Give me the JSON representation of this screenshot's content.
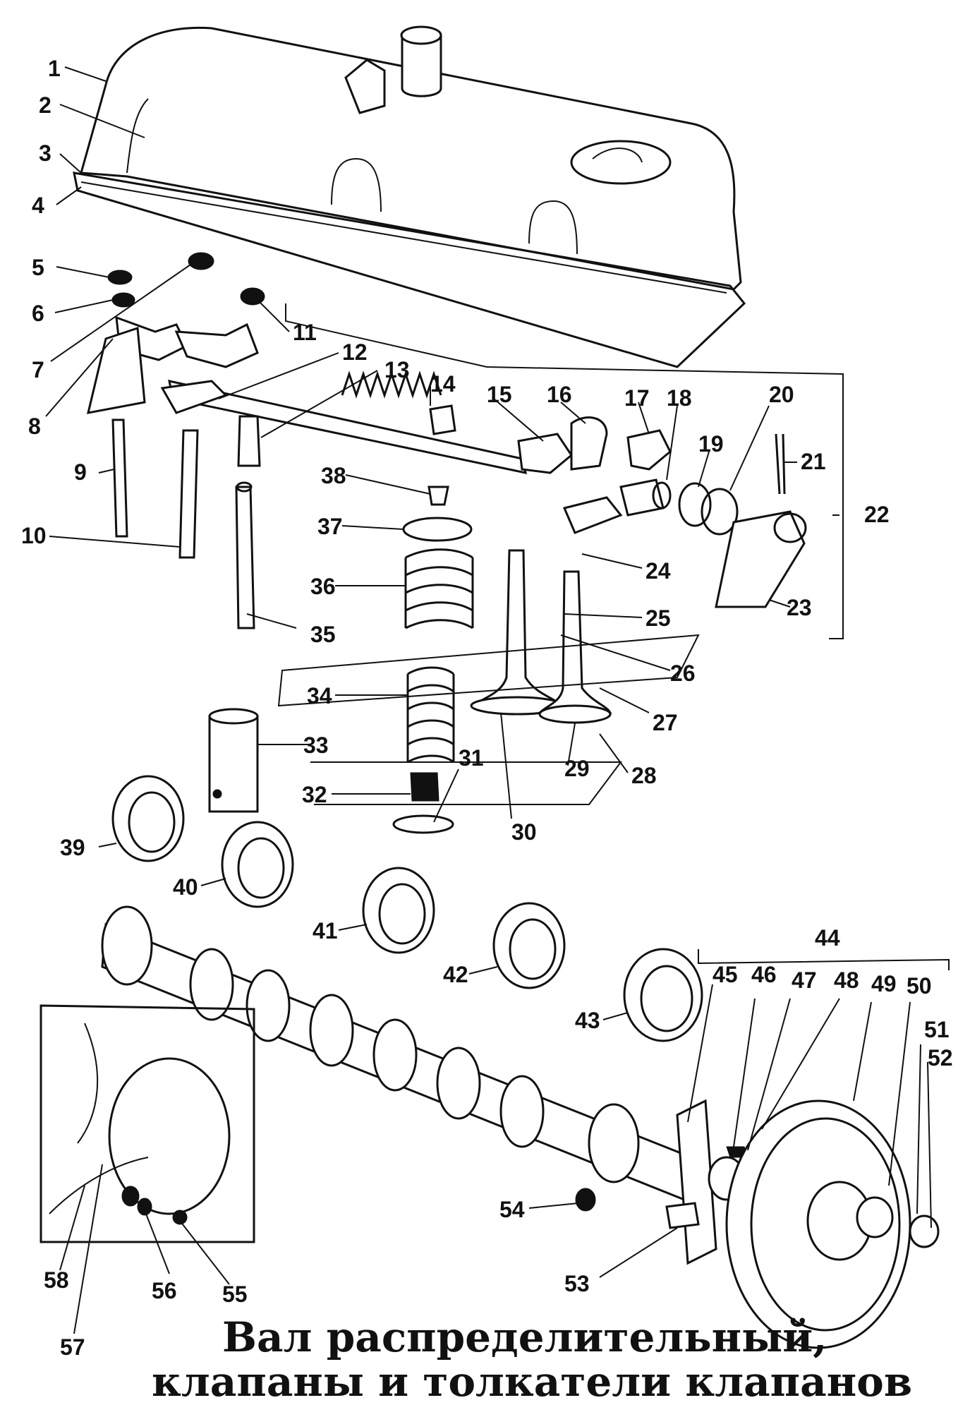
{
  "title": {
    "line1": "Вал распределительный,",
    "line2": "клапаны и толкатели клапанов"
  },
  "labels": [
    "1",
    "2",
    "3",
    "4",
    "5",
    "6",
    "7",
    "8",
    "9",
    "10",
    "11",
    "12",
    "13",
    "14",
    "15",
    "16",
    "17",
    "18",
    "19",
    "20",
    "21",
    "22",
    "23",
    "24",
    "25",
    "26",
    "27",
    "28",
    "29",
    "30",
    "31",
    "32",
    "33",
    "34",
    "35",
    "36",
    "37",
    "38",
    "39",
    "40",
    "41",
    "42",
    "43",
    "44",
    "45",
    "46",
    "47",
    "48",
    "49",
    "50",
    "51",
    "52",
    "53",
    "54",
    "55",
    "56",
    "57",
    "58"
  ],
  "colors": {
    "ink": "#111111",
    "paper": "#ffffff"
  }
}
